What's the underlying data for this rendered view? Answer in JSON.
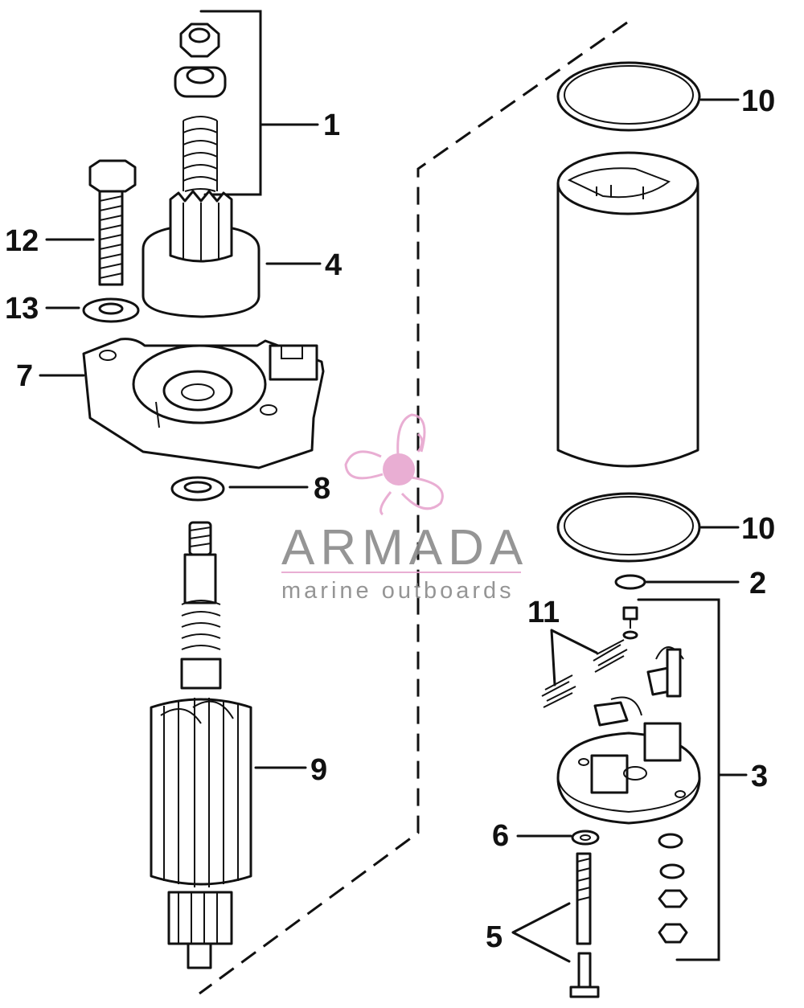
{
  "callouts": {
    "c1": "1",
    "c2": "2",
    "c3": "3",
    "c4": "4",
    "c5": "5",
    "c6": "6",
    "c7": "7",
    "c8": "8",
    "c9": "9",
    "c10a": "10",
    "c10b": "10",
    "c11": "11",
    "c12": "12",
    "c13": "13"
  },
  "watermark": {
    "name": "ARMADA",
    "tagline": "marine outboards",
    "icon": "propeller-logo-icon",
    "color_logo": "#e7a6cf",
    "color_text": "#8a8a8a"
  }
}
